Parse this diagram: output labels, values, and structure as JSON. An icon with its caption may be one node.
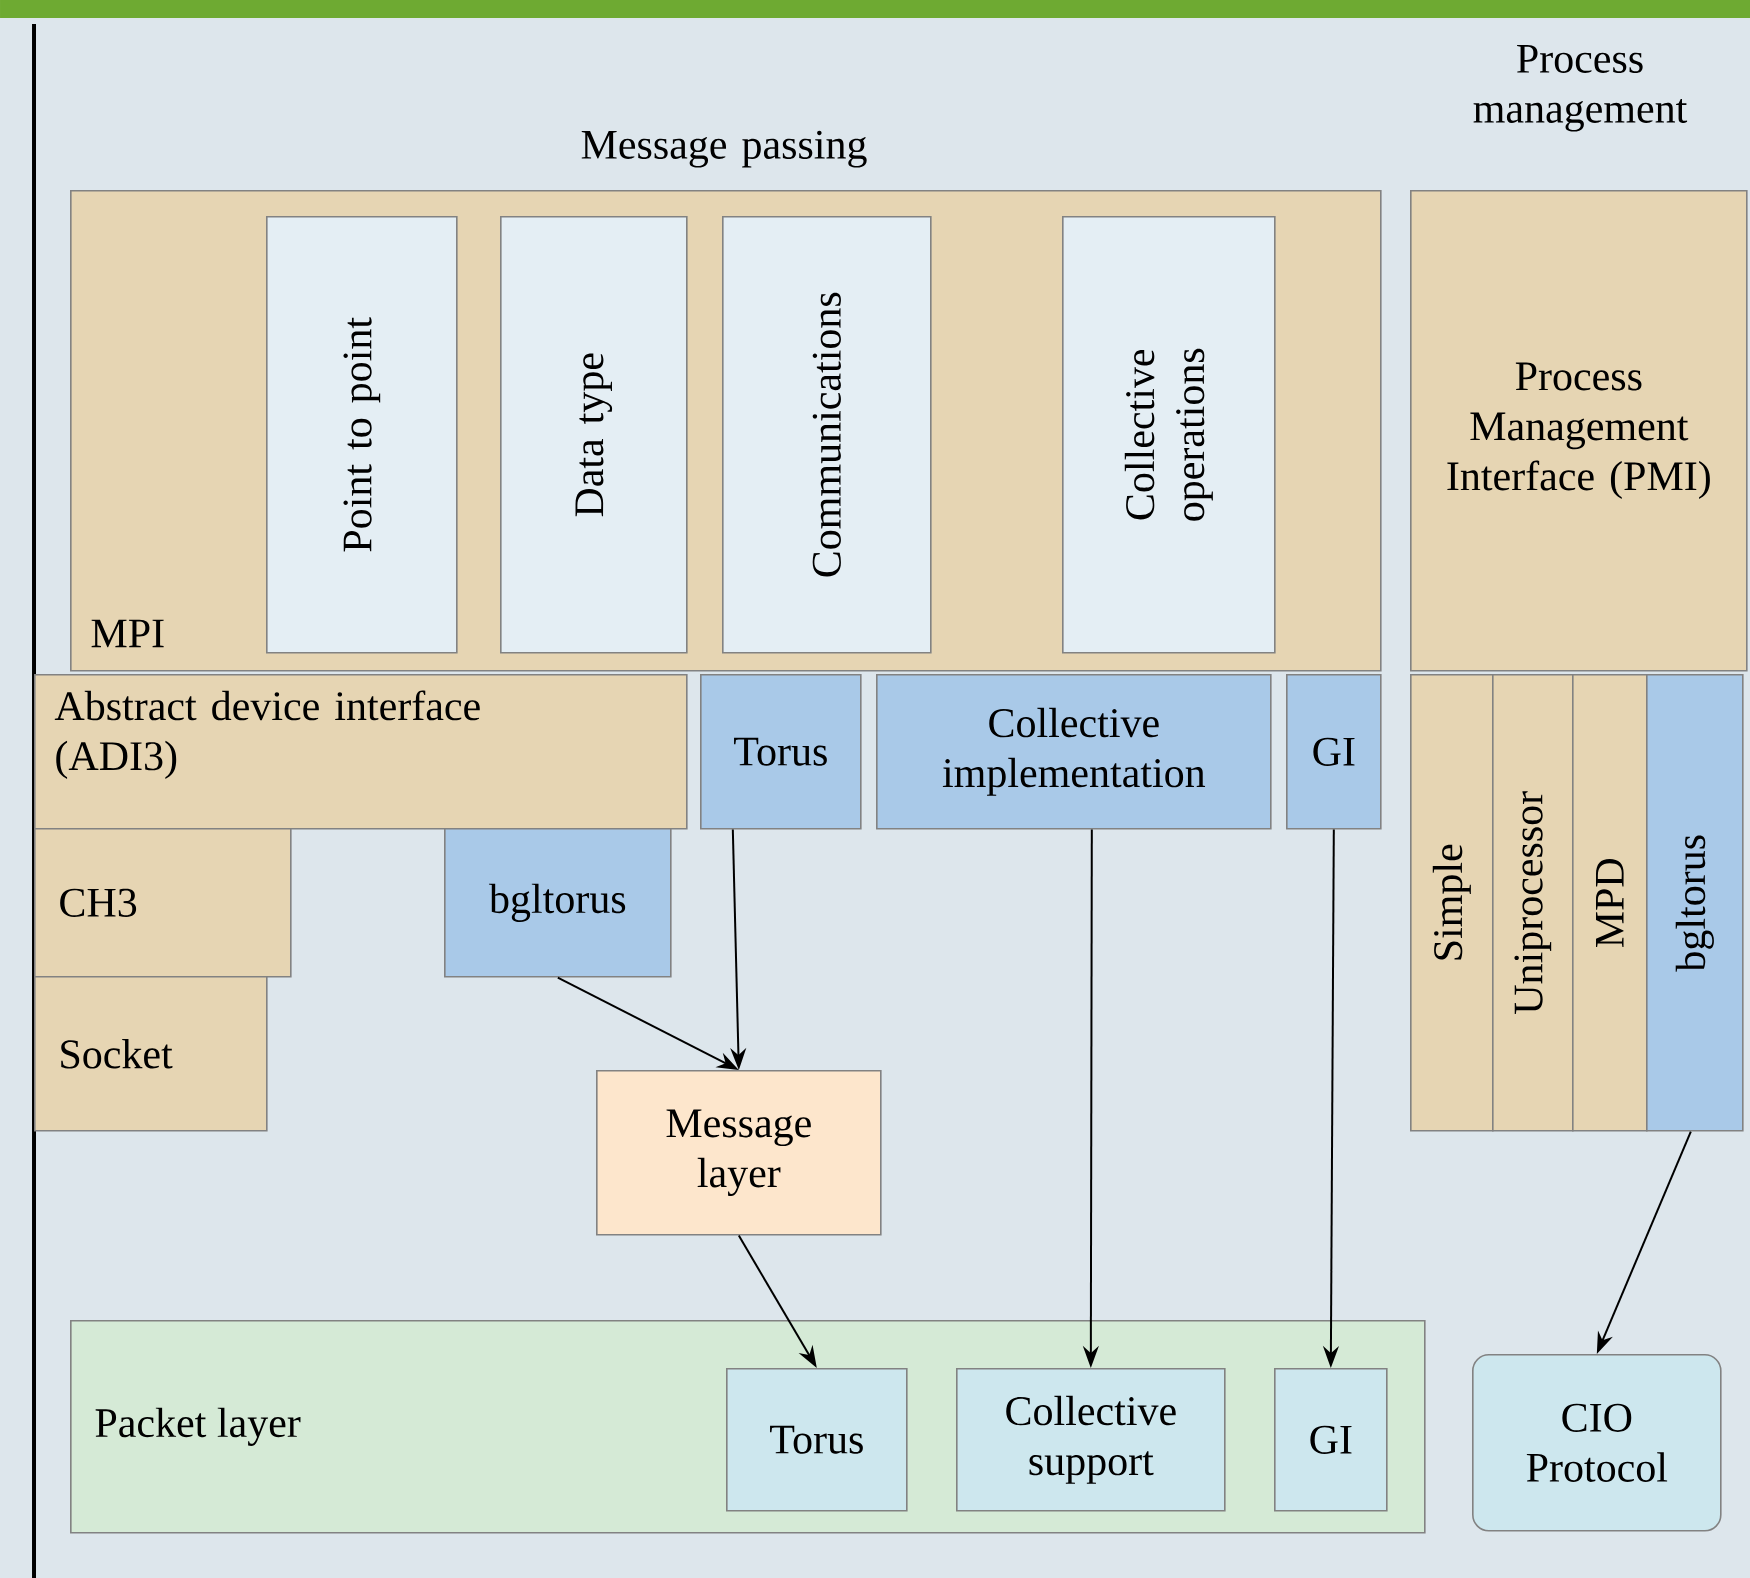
{
  "diagram": {
    "nodes": [
      {
        "text": [
          "MPI"
        ]
      },
      {
        "text": [
          "Point to point"
        ],
        "in": 0
      },
      {
        "text": [
          "Data type"
        ],
        "in": 0
      },
      {
        "text": [
          "Communications"
        ],
        "in": 0
      },
      {
        "text": [
          "Collective operations"
        ],
        "in": 0
      },
      {
        "text": [
          "Process Management Interface (PMI)"
        ]
      },
      {
        "text": [
          "Abstract device interface (ADI3)"
        ]
      },
      {
        "text": [
          "Torus"
        ]
      },
      {
        "text": [
          "Collective implementation"
        ]
      },
      {
        "text": [
          "GI"
        ]
      },
      {
        "text": [
          "CH3"
        ]
      },
      {
        "text": [
          "bgltorus"
        ]
      },
      {
        "text": [
          "Socket"
        ]
      },
      {
        "text": [
          "Message layer"
        ]
      },
      {
        "text": [
          "Simple"
        ]
      },
      {
        "text": [
          "Uniprocessor"
        ]
      },
      {
        "text": [
          "MPD"
        ]
      },
      {
        "text": [
          "bgltorus"
        ]
      },
      {
        "text": [
          "Packet layer"
        ]
      },
      {
        "text": [
          "Torus"
        ],
        "in": 18
      },
      {
        "text": [
          "Collective support"
        ],
        "in": 18
      },
      {
        "text": [
          "GI"
        ],
        "in": 18
      },
      {
        "text": [
          "CIO Protocol"
        ]
      }
    ],
    "edges": [
      {
        "from": 11,
        "to": 13,
        "arrow": "to"
      },
      {
        "from": 7,
        "to": 13,
        "arrow": "to"
      },
      {
        "from": 13,
        "to": 19,
        "arrow": "to"
      },
      {
        "from": 8,
        "to": 20,
        "arrow": "to"
      },
      {
        "from": 9,
        "to": 21,
        "arrow": "to"
      },
      {
        "from": 17,
        "to": 22,
        "arrow": "to"
      }
    ],
    "labels": [
      "Message passing",
      "Process management"
    ]
  }
}
